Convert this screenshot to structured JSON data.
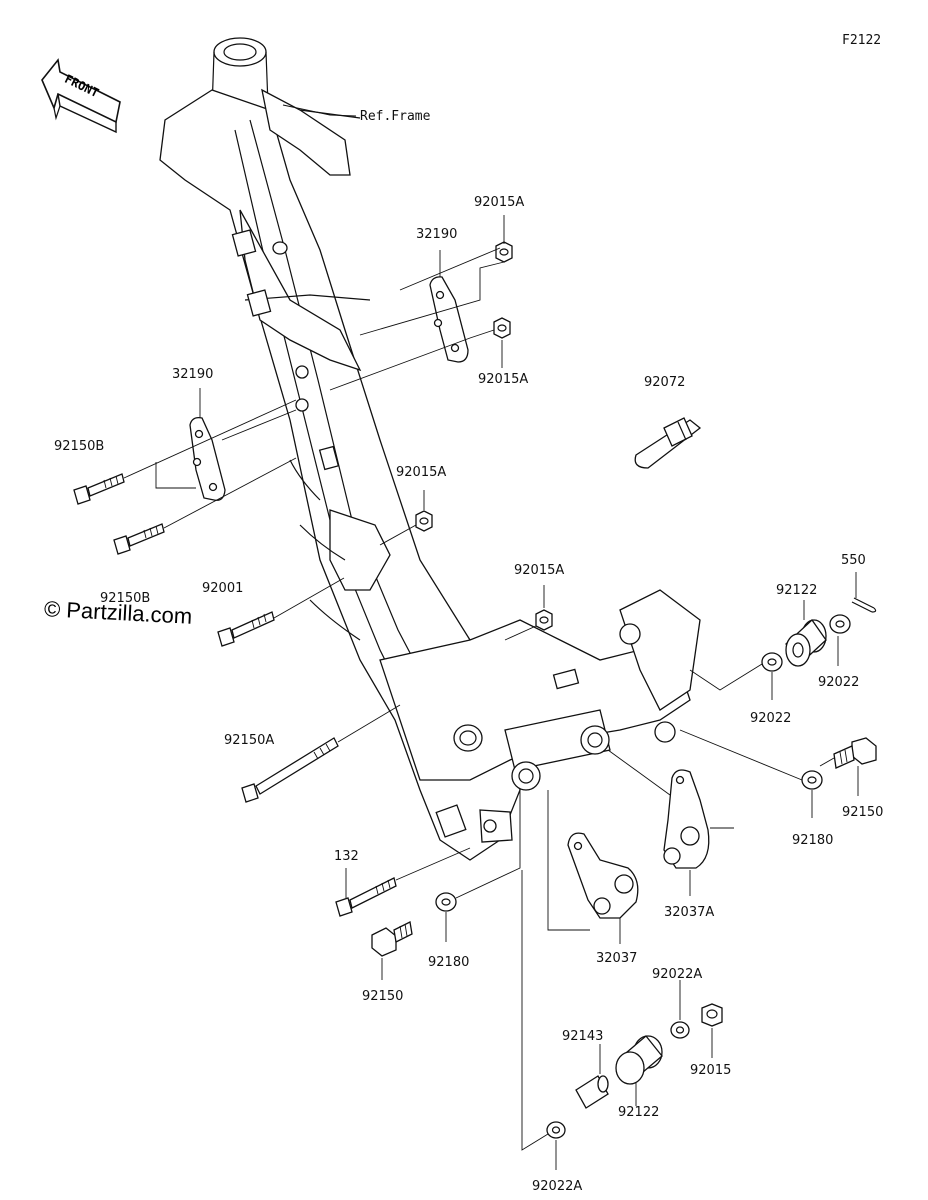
{
  "diagram_code": "F2122",
  "front_label": "FRONT",
  "ref_frame": "Ref.Frame",
  "watermark": "© Partzilla.com",
  "colors": {
    "line": "#111111",
    "background": "#ffffff"
  },
  "parts": {
    "p92015A_top": "92015A",
    "p32190_top": "32190",
    "p92015A_mid": "92015A",
    "p32190_left": "32190",
    "p92150B_upper": "92150B",
    "p92072": "92072",
    "p92015A_center": "92015A",
    "p92150B_lower": "92150B",
    "p92001": "92001",
    "p92015A_lower": "92015A",
    "p550": "550",
    "p92122_right": "92122",
    "p92022_right": "92022",
    "p92022_left": "92022",
    "p92150A": "92150A",
    "p92150_right": "92150",
    "p92180_right": "92180",
    "p132": "132",
    "p32037A": "32037A",
    "p92180_left": "92180",
    "p32037": "32037",
    "p92150_left": "92150",
    "p92022A_top": "92022A",
    "p92143": "92143",
    "p92015": "92015",
    "p92122_bottom": "92122",
    "p92022A_bottom": "92022A"
  }
}
